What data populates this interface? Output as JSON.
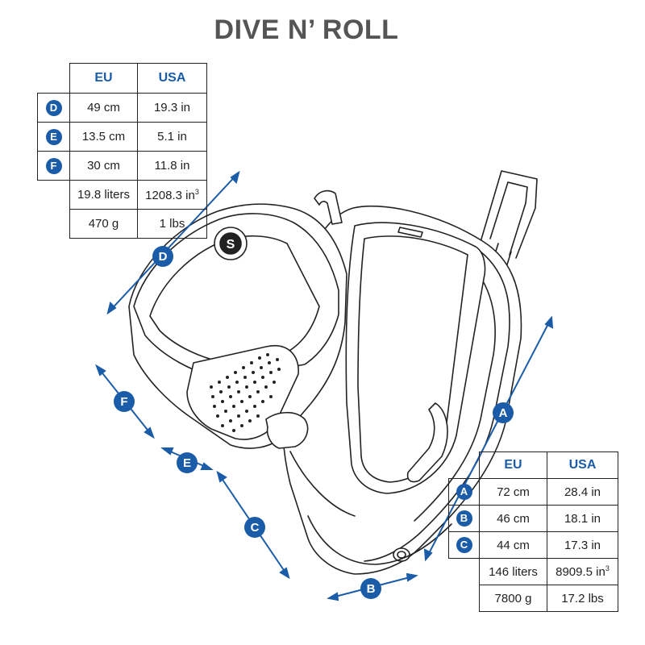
{
  "title": "DIVE N’ ROLL",
  "colors": {
    "accent": "#1b5ca8",
    "line": "#222222",
    "title": "#555555"
  },
  "small_bag_table": {
    "header_eu": "EU",
    "header_usa": "USA",
    "rows": [
      {
        "key": "D",
        "eu": "49 cm",
        "usa": "19.3 in"
      },
      {
        "key": "E",
        "eu": "13.5 cm",
        "usa": "5.1 in"
      },
      {
        "key": "F",
        "eu": "30 cm",
        "usa": "11.8 in"
      },
      {
        "key": "",
        "eu": "19.8 liters",
        "usa": "1208.3 in",
        "usa_sup": "3"
      },
      {
        "key": "",
        "eu": "470 g",
        "usa": "1 lbs"
      }
    ]
  },
  "large_bag_table": {
    "header_eu": "EU",
    "header_usa": "USA",
    "rows": [
      {
        "key": "A",
        "eu": "72 cm",
        "usa": "28.4 in"
      },
      {
        "key": "B",
        "eu": "46 cm",
        "usa": "18.1 in"
      },
      {
        "key": "C",
        "eu": "44 cm",
        "usa": "17.3 in"
      },
      {
        "key": "",
        "eu": "146 liters",
        "usa": "8909.5 in",
        "usa_sup": "3"
      },
      {
        "key": "",
        "eu": "7800 g",
        "usa": "17.2 lbs"
      }
    ]
  },
  "dimension_markers": [
    "A",
    "B",
    "C",
    "D",
    "E",
    "F"
  ]
}
